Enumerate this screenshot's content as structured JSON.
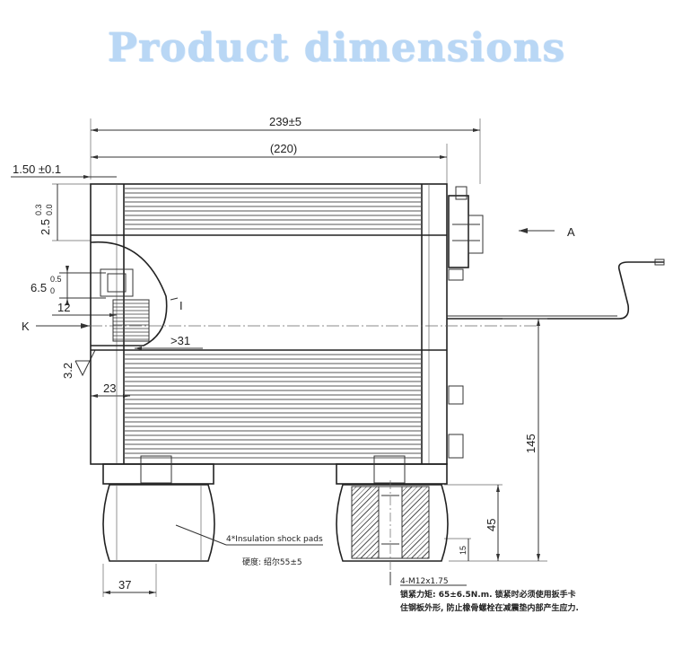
{
  "title": "Product dimensions",
  "dims": {
    "overall_length": "239±5",
    "inner_length": "(220)",
    "edge": "1.50 ±0.1",
    "d25": "2.5",
    "d25_up": "0.3",
    "d25_low": "0.0",
    "d65": "6.5",
    "d65_up": "0.5",
    "d65_low": "0",
    "d12": "12",
    "d31": ">31",
    "d32": "3.2",
    "d23": "23",
    "d37": "37",
    "d145": "145",
    "d45": "45",
    "d15": "15"
  },
  "labels": {
    "view_a": "A",
    "view_k": "K",
    "detail_i": "I",
    "pads": "4*Insulation shock pads",
    "hardness": "硬度: 绍尔55±5",
    "thread": "4-M12x1.75",
    "torque_line1": "锁紧力矩: 65±6.5N.m. 锁紧时必须使用扳手卡",
    "torque_line2": "住钢板外形, 防止橡骨螺栓在减震垫内部产生应力."
  }
}
